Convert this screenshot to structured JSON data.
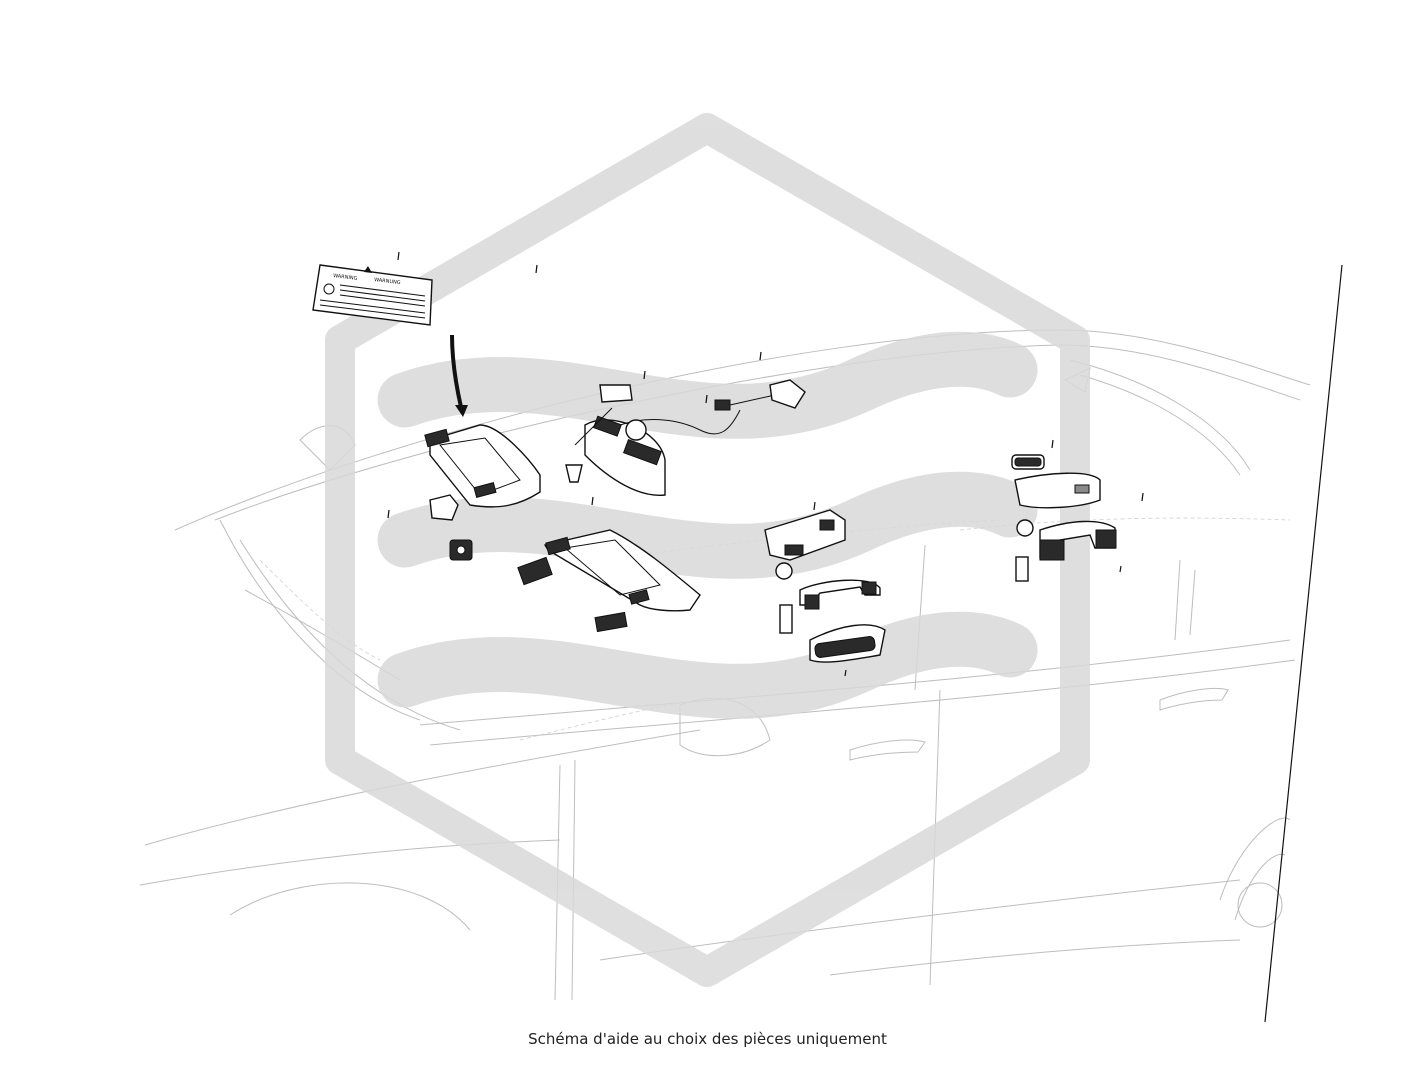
{
  "caption": "Schéma d'aide au choix des pièces uniquement",
  "label": {
    "warning_left": "WARNING",
    "warning_right": "WARNUNG"
  },
  "watermark": {
    "icon": "hexagon-wave-logo-icon",
    "color": "#d9d9d9"
  },
  "colors": {
    "parts_stroke": "#111111",
    "car_outline": "#bdbdbd"
  }
}
